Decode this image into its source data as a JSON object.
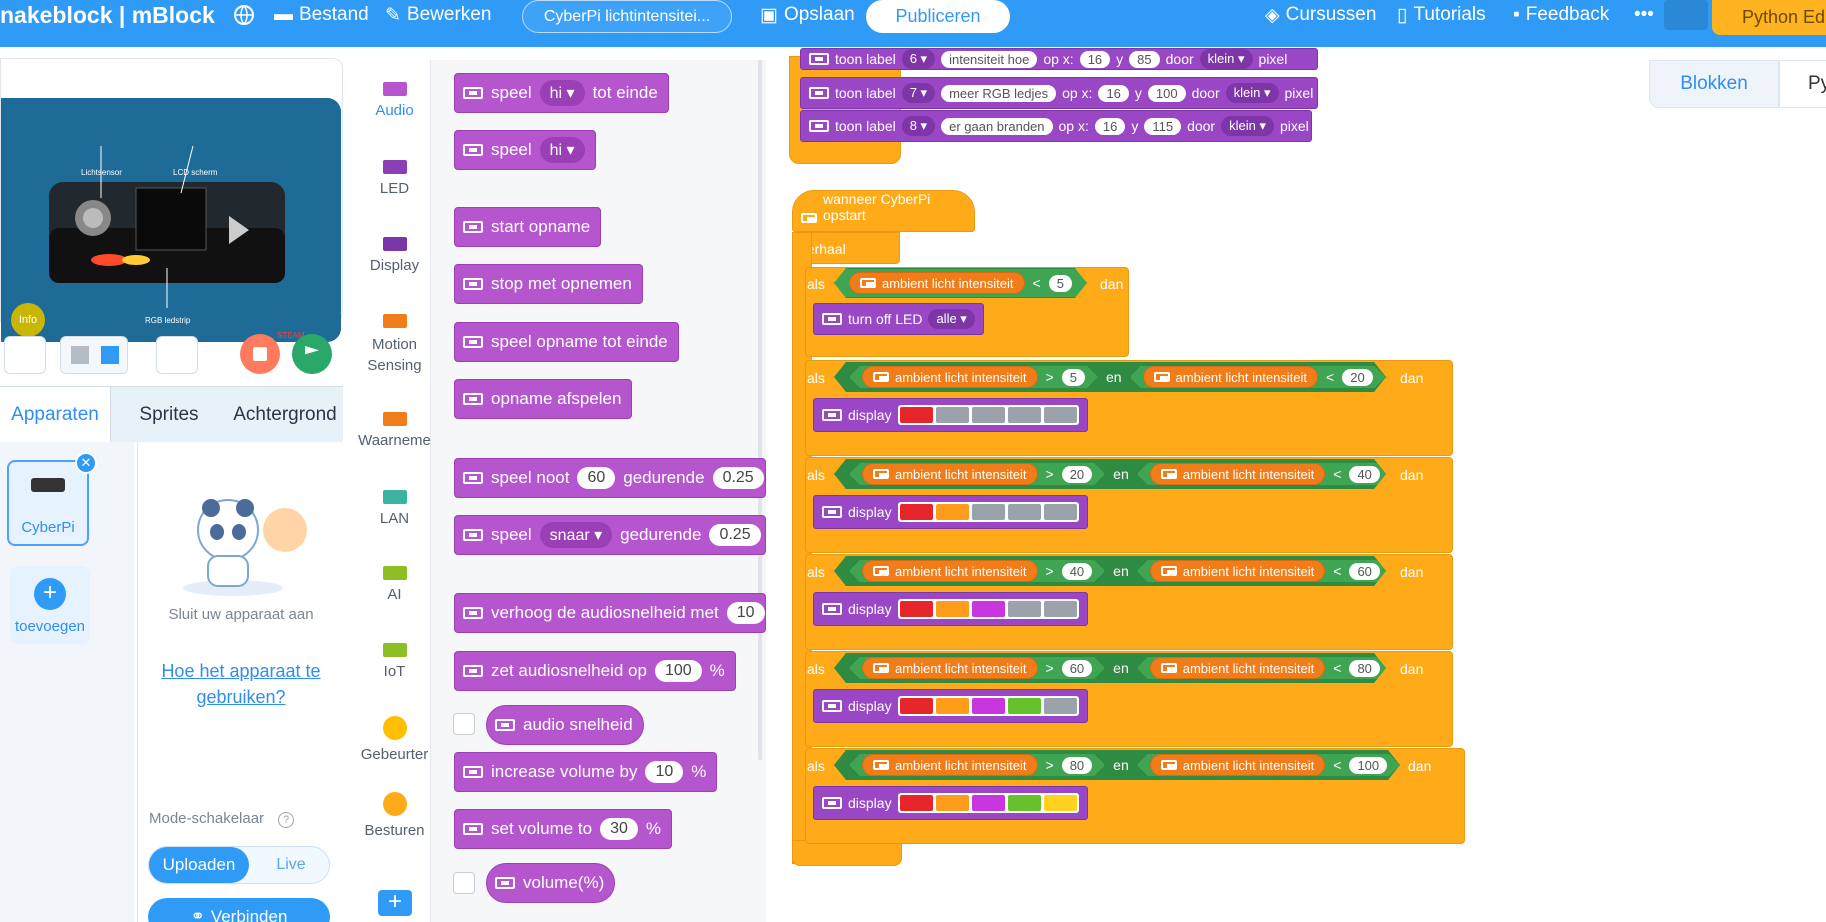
{
  "topbar": {
    "brand": "nakeblock | mBlock",
    "file_menu": "Bestand",
    "edit_menu": "Bewerken",
    "project_name": "CyberPi lichtintensitei...",
    "save": "Opslaan",
    "publish": "Publiceren",
    "courses": "Cursussen",
    "tutorials": "Tutorials",
    "feedback": "Feedback",
    "more": "•••",
    "python_editor": "Python Ed"
  },
  "stage": {
    "labels": {
      "light_sensor": "Lichtsensor",
      "lcd": "LCD scherm",
      "rgb": "RGB ledstrip",
      "info": "Info",
      "steam": "STEAM"
    }
  },
  "tabs": {
    "devices": "Apparaten",
    "sprites": "Sprites",
    "background": "Achtergrond"
  },
  "devices": {
    "cyberpi": "CyberPi",
    "add": "toevoegen"
  },
  "connect_panel": {
    "hint": "Sluit uw apparaat aan",
    "how_to": "Hoe het apparaat te gebruiken?",
    "mode_label": "Mode-schakelaar",
    "upload": "Uploaden",
    "live": "Live",
    "connect": "Verbinden"
  },
  "categories": [
    {
      "label": "Audio",
      "color": "#b556cf"
    },
    {
      "label": "LED",
      "color": "#8a3fb5"
    },
    {
      "label": "Display",
      "color": "#7a35a6"
    },
    {
      "label": "Motion Sensing",
      "color": "#f07d1a"
    },
    {
      "label": "Waarneme",
      "color": "#f07d1a"
    },
    {
      "label": "LAN",
      "color": "#3bb3a0"
    },
    {
      "label": "AI",
      "color": "#8cbf26"
    },
    {
      "label": "IoT",
      "color": "#8cbf26"
    },
    {
      "label": "Gebeurter",
      "color": "#ffbf00"
    },
    {
      "label": "Besturen",
      "color": "#ffab19"
    }
  ],
  "palette": {
    "b1": {
      "a": "speel",
      "drop": "hi",
      "b": "tot einde"
    },
    "b2": {
      "a": "speel",
      "drop": "hi"
    },
    "b3": "start opname",
    "b4": "stop met opnemen",
    "b5": "speel opname tot einde",
    "b6": "opname afspelen",
    "b7": {
      "a": "speel noot",
      "n1": "60",
      "b": "gedurende",
      "n2": "0.25"
    },
    "b8": {
      "a": "speel",
      "drop": "snaar",
      "b": "gedurende",
      "n2": "0.25"
    },
    "b9": {
      "a": "verhoog de audiosnelheid met",
      "n": "10"
    },
    "b10": {
      "a": "zet audiosnelheid op",
      "n": "100",
      "b": "%"
    },
    "b11": "audio snelheid",
    "b12": {
      "a": "increase volume by",
      "n": "10",
      "b": "%"
    },
    "b13": {
      "a": "set volume to",
      "n": "30",
      "b": "%"
    },
    "b14": "volume(%)"
  },
  "workspace_tabs": {
    "blocks": "Blokken",
    "python": "Py"
  },
  "script": {
    "labels": [
      {
        "a": "toon label",
        "n": "6",
        "txt": "intensiteit hoe",
        "op": "op x:",
        "x": "16",
        "y": "y",
        "yv": "85",
        "door": "door",
        "size": "klein",
        "px": "pixel"
      },
      {
        "a": "toon label",
        "n": "7",
        "txt": "meer RGB ledjes",
        "op": "op x:",
        "x": "16",
        "y": "y",
        "yv": "100",
        "door": "door",
        "size": "klein",
        "px": "pixel"
      },
      {
        "a": "toon label",
        "n": "8",
        "txt": "er gaan branden",
        "op": "op x:",
        "x": "16",
        "y": "y",
        "yv": "115",
        "door": "door",
        "size": "klein",
        "px": "pixel"
      }
    ],
    "hat": "wanneer CyberPi opstart",
    "forever": "herhaal",
    "if": "als",
    "then": "dan",
    "and": "en",
    "reporter": "ambient licht intensiteit",
    "turn_off": "turn off LED",
    "all": "alle",
    "display": "display",
    "c1": {
      "op": "<",
      "v": "5"
    },
    "rows": [
      {
        "lo": "5",
        "hi": "20"
      },
      {
        "lo": "20",
        "hi": "40"
      },
      {
        "lo": "40",
        "hi": "60"
      },
      {
        "lo": "60",
        "hi": "80"
      },
      {
        "lo": "80",
        "hi": "100"
      }
    ],
    "gt": ">",
    "lt": "<"
  }
}
